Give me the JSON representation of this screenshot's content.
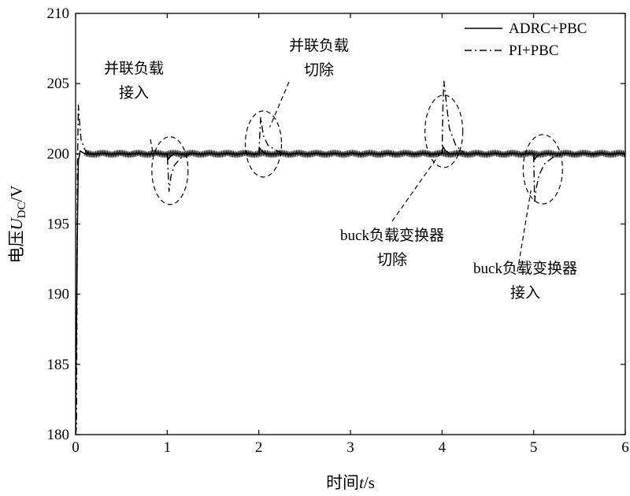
{
  "chart_data": {
    "type": "line",
    "xlabel": "时间",
    "xlabel_var": "t",
    "xlabel_unit": "/s",
    "ylabel": "电压",
    "ylabel_var": "U",
    "ylabel_sub": "DC",
    "ylabel_unit": "/V",
    "xlim": [
      0,
      6
    ],
    "ylim": [
      180,
      210
    ],
    "xticks": [
      0,
      1,
      2,
      3,
      4,
      5,
      6
    ],
    "yticks": [
      180,
      185,
      190,
      195,
      200,
      205,
      210
    ],
    "grid": false,
    "legend_position": "top-right",
    "series": [
      {
        "name": "ADRC+PBC",
        "style": "solid",
        "color": "#000000",
        "x": [
          0,
          0.02,
          0.03,
          0.05,
          0.1,
          1.0,
          1.01,
          1.04,
          1.08,
          2.0,
          2.01,
          2.04,
          2.08,
          4.0,
          4.01,
          4.04,
          4.08,
          5.0,
          5.01,
          5.04,
          5.08,
          6.0
        ],
        "y": [
          180,
          195,
          199.5,
          200.2,
          200,
          200,
          199.6,
          199.85,
          200,
          200,
          200.4,
          200.15,
          200,
          200,
          200.5,
          200.2,
          200,
          200,
          199.6,
          199.85,
          200,
          200
        ]
      },
      {
        "name": "PI+PBC",
        "style": "dashdot",
        "color": "#000000",
        "x": [
          0,
          0.01,
          0.015,
          0.02,
          0.03,
          0.04,
          0.06,
          0.1,
          0.15,
          1.0,
          1.02,
          1.04,
          1.08,
          1.15,
          1.25,
          2.0,
          2.02,
          2.05,
          2.1,
          2.2,
          2.3,
          4.0,
          4.01,
          4.02,
          4.04,
          4.08,
          4.15,
          4.25,
          5.0,
          5.01,
          5.03,
          5.06,
          5.12,
          5.2,
          5.3,
          6.0
        ],
        "y": [
          180,
          180.5,
          190,
          199,
          203.5,
          202.5,
          201,
          200.3,
          200,
          200,
          197.3,
          198.4,
          199.2,
          199.7,
          200,
          200,
          202.6,
          201.3,
          200.6,
          200.2,
          200,
          200,
          203.5,
          205.2,
          204,
          201.8,
          200.6,
          200,
          200,
          196.6,
          197.6,
          198.5,
          199.3,
          199.7,
          200,
          200
        ]
      }
    ],
    "annotations": [
      {
        "id": "parallel-load-on",
        "lines": [
          "并联负载",
          "接入"
        ]
      },
      {
        "id": "parallel-load-off",
        "lines": [
          "并联负载",
          "切除"
        ]
      },
      {
        "id": "buck-load-off",
        "lines": [
          "buck负载变换器",
          "切除"
        ]
      },
      {
        "id": "buck-load-on",
        "lines": [
          "buck负载变换器",
          "接入"
        ]
      }
    ]
  }
}
